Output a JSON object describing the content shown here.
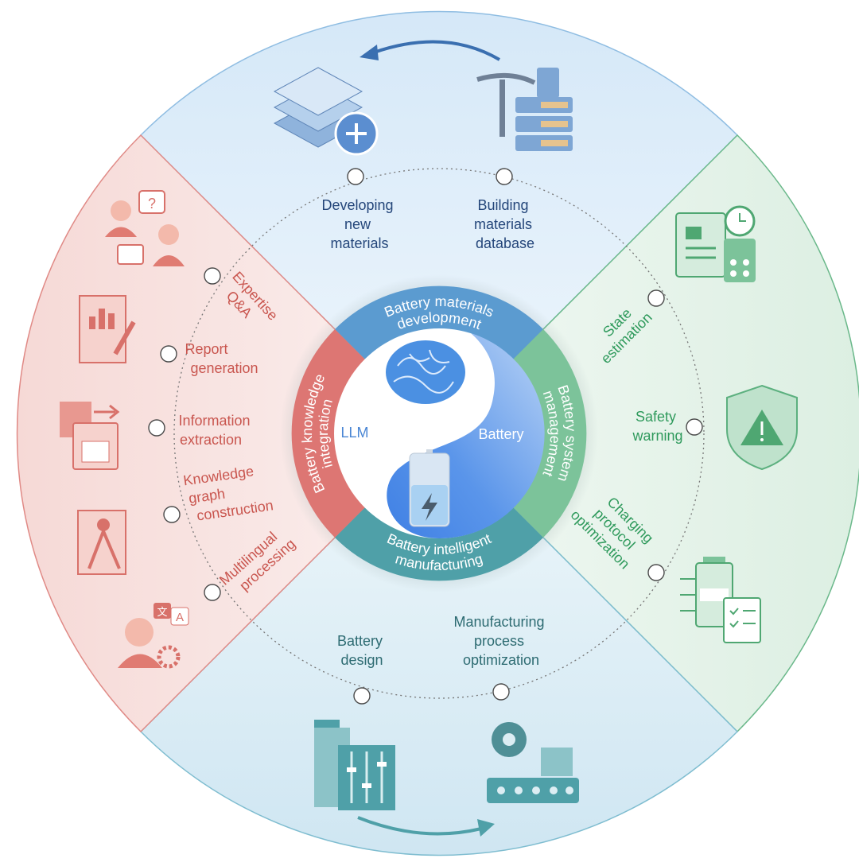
{
  "center": {
    "left_label": "LLM",
    "right_label": "Battery"
  },
  "ring": {
    "top": [
      "Battery materials",
      "development"
    ],
    "right": [
      "Battery system",
      "management"
    ],
    "bottom": [
      "Battery intelligent",
      "manufacturing"
    ],
    "left": [
      "Battery knowledge",
      "integration"
    ]
  },
  "quadrants": {
    "top": [
      {
        "lines": [
          "Developing",
          "new",
          "materials"
        ],
        "icon": "layers-plus-icon"
      },
      {
        "lines": [
          "Building",
          "materials",
          "database"
        ],
        "icon": "pickaxe-database-icon"
      }
    ],
    "left": [
      {
        "lines": [
          "Expertise",
          "Q&A"
        ],
        "icon": "people-question-icon"
      },
      {
        "lines": [
          "Report",
          "generation"
        ],
        "icon": "report-pen-icon"
      },
      {
        "lines": [
          "Information",
          "extraction"
        ],
        "icon": "floppy-export-icon"
      },
      {
        "lines": [
          "Knowledge",
          "graph",
          "construction"
        ],
        "icon": "drafting-compass-icon"
      },
      {
        "lines": [
          "Multilingual",
          "processing"
        ],
        "icon": "translate-person-icon"
      }
    ],
    "right": [
      {
        "lines": [
          "State",
          "estimation"
        ],
        "icon": "clipboard-clock-calculator-icon"
      },
      {
        "lines": [
          "Safety",
          "warning"
        ],
        "icon": "shield-warning-icon"
      },
      {
        "lines": [
          "Charging",
          "protocol",
          "optimization"
        ],
        "icon": "battery-checklist-icon"
      }
    ],
    "bottom": [
      {
        "lines": [
          "Battery",
          "design"
        ],
        "icon": "factory-sliders-icon"
      },
      {
        "lines": [
          "Manufacturing",
          "process",
          "optimization"
        ],
        "icon": "gear-conveyor-icon"
      }
    ]
  },
  "colors": {
    "top": "#5b9bd0",
    "right": "#7cc39a",
    "bottom": "#4fa0a8",
    "left": "#dd7673",
    "battery_blue": "#4d8de8"
  }
}
